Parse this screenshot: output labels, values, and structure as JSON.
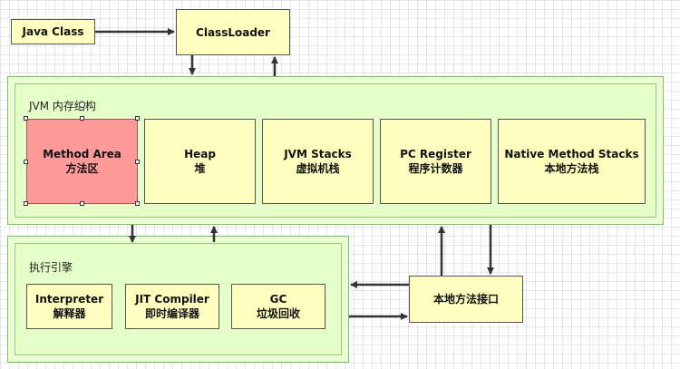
{
  "top": {
    "java_class": "Java Class",
    "classloader": "ClassLoader"
  },
  "jvm": {
    "title": "JVM 内存结构",
    "areas": [
      {
        "en": "Method Area",
        "zh": "方法区"
      },
      {
        "en": "Heap",
        "zh": "堆"
      },
      {
        "en": "JVM Stacks",
        "zh": "虚拟机栈"
      },
      {
        "en": "PC Register",
        "zh": "程序计数器"
      },
      {
        "en": "Native Method Stacks",
        "zh": "本地方法栈"
      }
    ]
  },
  "engine": {
    "title": "执行引擎",
    "parts": [
      {
        "en": "Interpreter",
        "zh": "解释器"
      },
      {
        "en": "JIT Compiler",
        "zh": "即时编译器"
      },
      {
        "en": "GC",
        "zh": "垃圾回收"
      }
    ]
  },
  "native_interface": "本地方法接口",
  "colors": {
    "box_fill": "#ffffc0",
    "container_fill": "#e6ffc8",
    "highlight_fill": "#ff9a9a",
    "arrow": "#333333"
  }
}
